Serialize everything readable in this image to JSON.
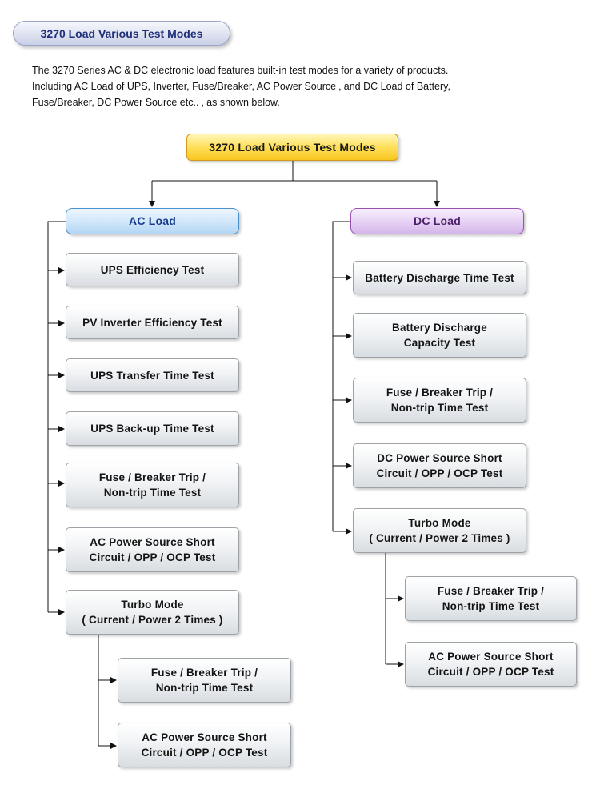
{
  "header": {
    "title": "3270 Load Various Test Modes"
  },
  "intro": {
    "lines": [
      "The 3270 Series AC & DC electronic load features built-in test modes for a variety of products.",
      "Including AC Load of UPS, Inverter, Fuse/Breaker, AC Power Source ‚ and DC Load of Battery,",
      "Fuse/Breaker, DC Power Source etc.. ‚ as shown below."
    ]
  },
  "diagram": {
    "root": "3270 Load Various Test Modes",
    "ac": {
      "title": "AC Load",
      "items": [
        [
          "UPS  Efficiency Test"
        ],
        [
          "PV Inverter Efficiency Test"
        ],
        [
          "UPS Transfer Time Test"
        ],
        [
          "UPS Back-up Time Test"
        ],
        [
          "Fuse / Breaker Trip /",
          "Non-trip Time Test"
        ],
        [
          "AC Power Source Short",
          "Circuit / OPP / OCP Test"
        ],
        [
          "Turbo Mode",
          "( Current / Power 2 Times )"
        ]
      ],
      "turbo_sub": [
        [
          "Fuse / Breaker Trip /",
          "Non-trip Time Test"
        ],
        [
          "AC Power Source Short",
          "Circuit / OPP / OCP Test"
        ]
      ]
    },
    "dc": {
      "title": "DC Load",
      "items": [
        [
          "Battery Discharge Time Test"
        ],
        [
          "Battery Discharge",
          "Capacity Test"
        ],
        [
          "Fuse / Breaker Trip /",
          "Non-trip Time Test"
        ],
        [
          "DC Power Source Short",
          "Circuit / OPP / OCP Test"
        ],
        [
          "Turbo Mode",
          "( Current / Power 2 Times )"
        ]
      ],
      "turbo_sub": [
        [
          "Fuse / Breaker Trip /",
          "Non-trip Time Test"
        ],
        [
          "AC Power Source Short",
          "Circuit / OPP / OCP Test"
        ]
      ]
    }
  }
}
